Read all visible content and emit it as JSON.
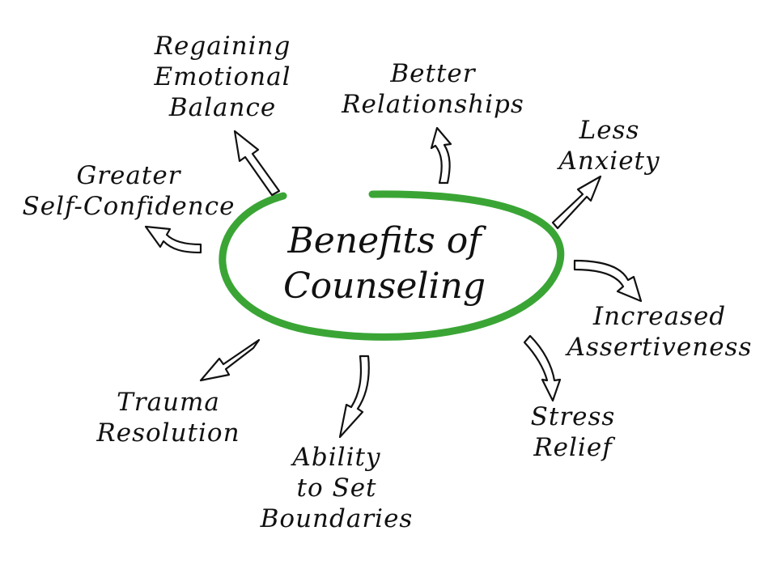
{
  "colors": {
    "ellipse": "#3aa535",
    "ink": "#111111",
    "arrow_fill": "#ffffff"
  },
  "center": {
    "line1": "Benefits of",
    "line2": "Counseling"
  },
  "benefits": [
    {
      "id": "regaining-emotional-balance",
      "lines": [
        "Regaining",
        "Emotional",
        "Balance"
      ]
    },
    {
      "id": "better-relationships",
      "lines": [
        "Better",
        "Relationships"
      ]
    },
    {
      "id": "less-anxiety",
      "lines": [
        "Less",
        "Anxiety"
      ]
    },
    {
      "id": "greater-self-confidence",
      "lines": [
        "Greater",
        "Self-Confidence"
      ]
    },
    {
      "id": "increased-assertiveness",
      "lines": [
        "Increased",
        "Assertiveness"
      ]
    },
    {
      "id": "trauma-resolution",
      "lines": [
        "Trauma",
        "Resolution"
      ]
    },
    {
      "id": "stress-relief",
      "lines": [
        "Stress",
        "Relief"
      ]
    },
    {
      "id": "ability-to-set-boundaries",
      "lines": [
        "Ability",
        "to Set",
        "Boundaries"
      ]
    }
  ]
}
